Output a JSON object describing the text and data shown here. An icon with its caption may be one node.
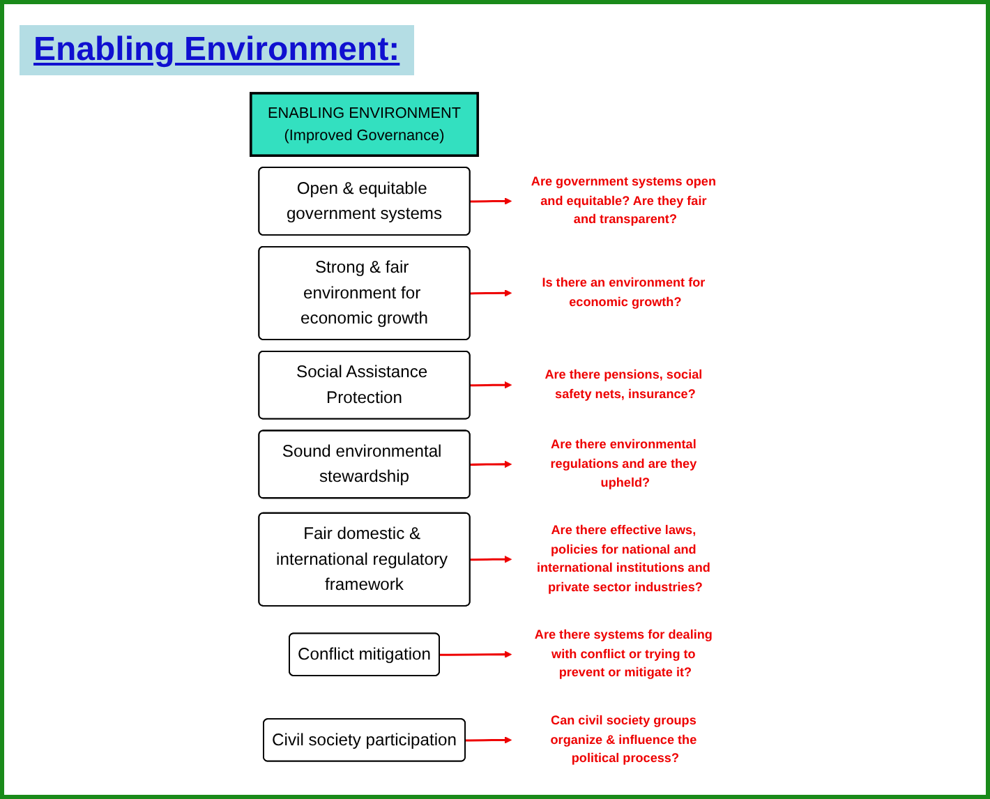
{
  "diagram": {
    "title": "Enabling Environment:",
    "nodes": [
      {
        "text": [
          "ENABLING ENVIRONMENT",
          "(Improved Governance)"
        ]
      },
      {
        "text": [
          "Open & equitable government systems"
        ]
      },
      {
        "text": [
          "Are government systems open and equitable? Are they fair and transparent?"
        ]
      },
      {
        "text": [
          "Strong & fair environment for economic growth"
        ]
      },
      {
        "text": [
          "Is there an environment for economic growth?"
        ]
      },
      {
        "text": [
          "Social Assistance Protection"
        ]
      },
      {
        "text": [
          "Are there pensions, social safety nets, insurance?"
        ]
      },
      {
        "text": [
          "Sound environmental stewardship"
        ]
      },
      {
        "text": [
          "Are there environmental regulations and are they upheld?"
        ]
      },
      {
        "text": [
          "Fair domestic & international regulatory framework"
        ]
      },
      {
        "text": [
          "Are there effective laws, policies for national and international institutions and private sector industries?"
        ]
      },
      {
        "text": [
          "Conflict mitigation"
        ]
      },
      {
        "text": [
          "Are there systems for dealing with conflict or trying to prevent or mitigate it?"
        ]
      },
      {
        "text": [
          "Civil society participation"
        ]
      },
      {
        "text": [
          "Can civil society groups organize & influence the political process?"
        ]
      }
    ],
    "edges": [
      {
        "from": 1,
        "to": 2,
        "arrow": "to"
      },
      {
        "from": 3,
        "to": 4,
        "arrow": "to"
      },
      {
        "from": 5,
        "to": 6,
        "arrow": "to"
      },
      {
        "from": 7,
        "to": 8,
        "arrow": "to"
      },
      {
        "from": 9,
        "to": 10,
        "arrow": "to"
      },
      {
        "from": 11,
        "to": 12,
        "arrow": "to"
      },
      {
        "from": 13,
        "to": 14,
        "arrow": "to"
      }
    ]
  }
}
